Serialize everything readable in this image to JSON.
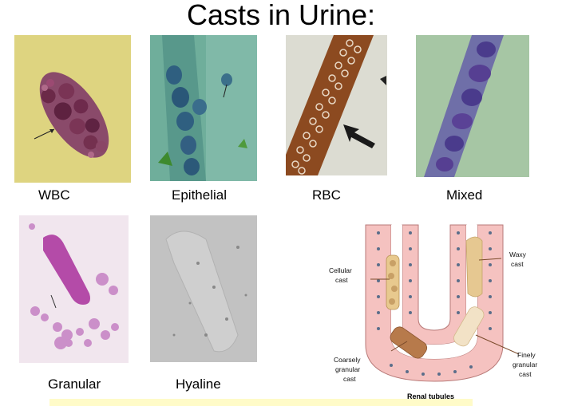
{
  "title": "Casts in Urine:",
  "panels": [
    {
      "label": "WBC"
    },
    {
      "label": "Epithelial"
    },
    {
      "label": "RBC"
    },
    {
      "label": "Mixed"
    },
    {
      "label": "Granular"
    },
    {
      "label": "Hyaline"
    }
  ],
  "diagram": {
    "title": "Renal tubules",
    "labels": {
      "cellular_1": "Cellular",
      "cellular_2": "cast",
      "waxy_1": "Waxy",
      "waxy_2": "cast",
      "coarse_1": "Coarsely",
      "coarse_2": "granular",
      "coarse_3": "cast",
      "fine_1": "Finely",
      "fine_2": "granular",
      "fine_3": "cast"
    }
  },
  "colors": {
    "wbc_bg": "#e2d886",
    "epi_bg": "#6fae9b",
    "rbc_bg": "#dcdcd2",
    "mixed_bg": "#a6c6a4",
    "granular_bg": "#f1e6ee",
    "hyaline_bg": "#c2c2c2",
    "tubule_pink": "#f5c2c0",
    "waxy": "#e6c891"
  }
}
